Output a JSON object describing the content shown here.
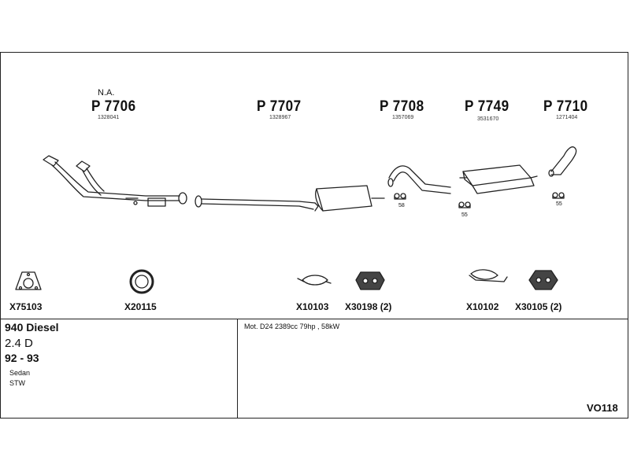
{
  "parts": [
    {
      "code": "P 7706",
      "oem": "1328041",
      "note": "N.A."
    },
    {
      "code": "P 7707",
      "oem": "1328967"
    },
    {
      "code": "P 7708",
      "oem": "1357069"
    },
    {
      "code": "P 7749",
      "oem": "3531670"
    },
    {
      "code": "P 7710",
      "oem": "1271404"
    }
  ],
  "hanger_labels": [
    "58",
    "55",
    "55"
  ],
  "fittings": [
    {
      "code": "X75103",
      "icon": "flange-gasket-icon"
    },
    {
      "code": "X20115",
      "icon": "ring-gasket-icon"
    },
    {
      "code": "X10103",
      "icon": "clamp-strap-icon"
    },
    {
      "code": "X30198 (2)",
      "icon": "rubber-mount-icon"
    },
    {
      "code": "X10102",
      "icon": "clamp-strap-icon"
    },
    {
      "code": "X30105 (2)",
      "icon": "rubber-mount-icon"
    }
  ],
  "vehicle": {
    "model": "940 Diesel",
    "engine": "2.4 D",
    "years": "92 - 93",
    "body_types": [
      "Sedan",
      "STW"
    ]
  },
  "motor_info": "Mot. D24 2389cc 79hp , 58kW",
  "reference": "VO118"
}
